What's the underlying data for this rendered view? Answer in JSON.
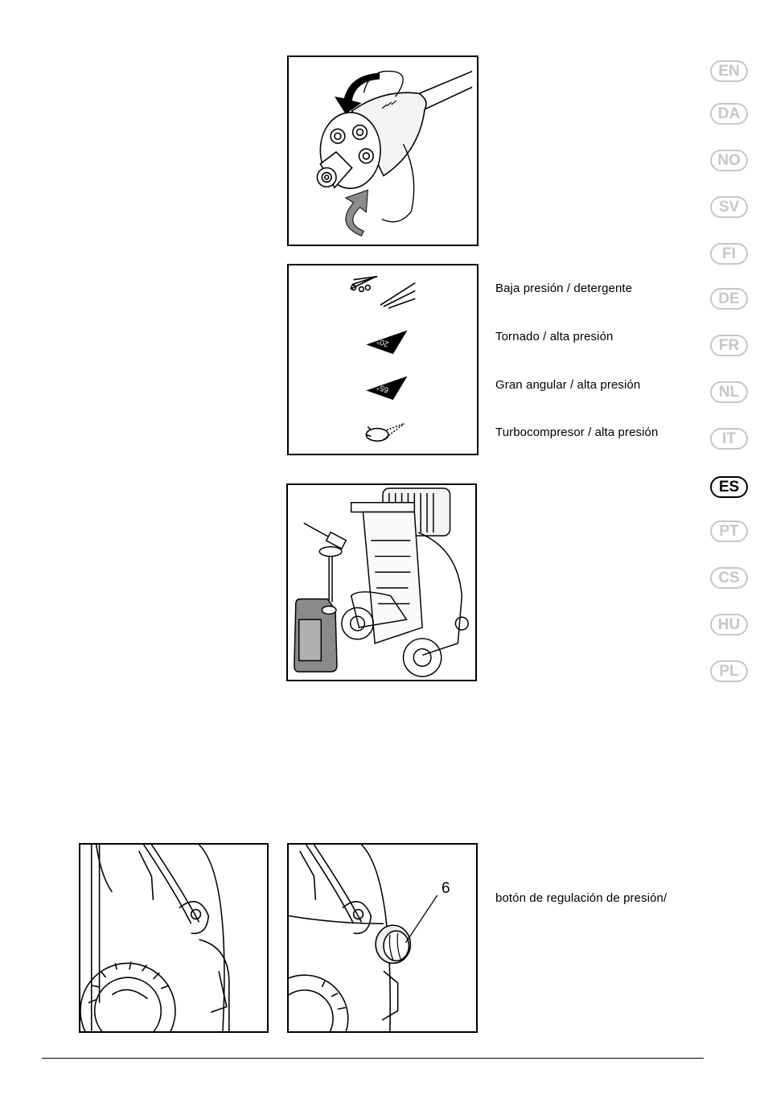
{
  "spray_modes": [
    {
      "label": "Baja presión / detergente",
      "icon": "low-pressure-detergent-nozzle-icon"
    },
    {
      "label": "Tornado / alta presión",
      "icon": "nozzle-20-degree-icon",
      "nozzle_mark": "20°"
    },
    {
      "label": "Gran angular / alta presión",
      "icon": "nozzle-65-degree-icon",
      "nozzle_mark": "65°"
    },
    {
      "label": "Turbocompresor / alta presión",
      "icon": "turbo-rotating-nozzle-icon"
    }
  ],
  "pressure_knob": {
    "callout_number": "6",
    "label": "botón de regulación de presión/"
  },
  "language_tabs": [
    {
      "code": "EN",
      "active": false
    },
    {
      "code": "DA",
      "active": false
    },
    {
      "code": "NO",
      "active": false
    },
    {
      "code": "SV",
      "active": false
    },
    {
      "code": "FI",
      "active": false
    },
    {
      "code": "DE",
      "active": false
    },
    {
      "code": "FR",
      "active": false
    },
    {
      "code": "NL",
      "active": false
    },
    {
      "code": "IT",
      "active": false
    },
    {
      "code": "ES",
      "active": true
    },
    {
      "code": "PT",
      "active": false
    },
    {
      "code": "CS",
      "active": false
    },
    {
      "code": "HU",
      "active": false
    },
    {
      "code": "PL",
      "active": false
    }
  ]
}
